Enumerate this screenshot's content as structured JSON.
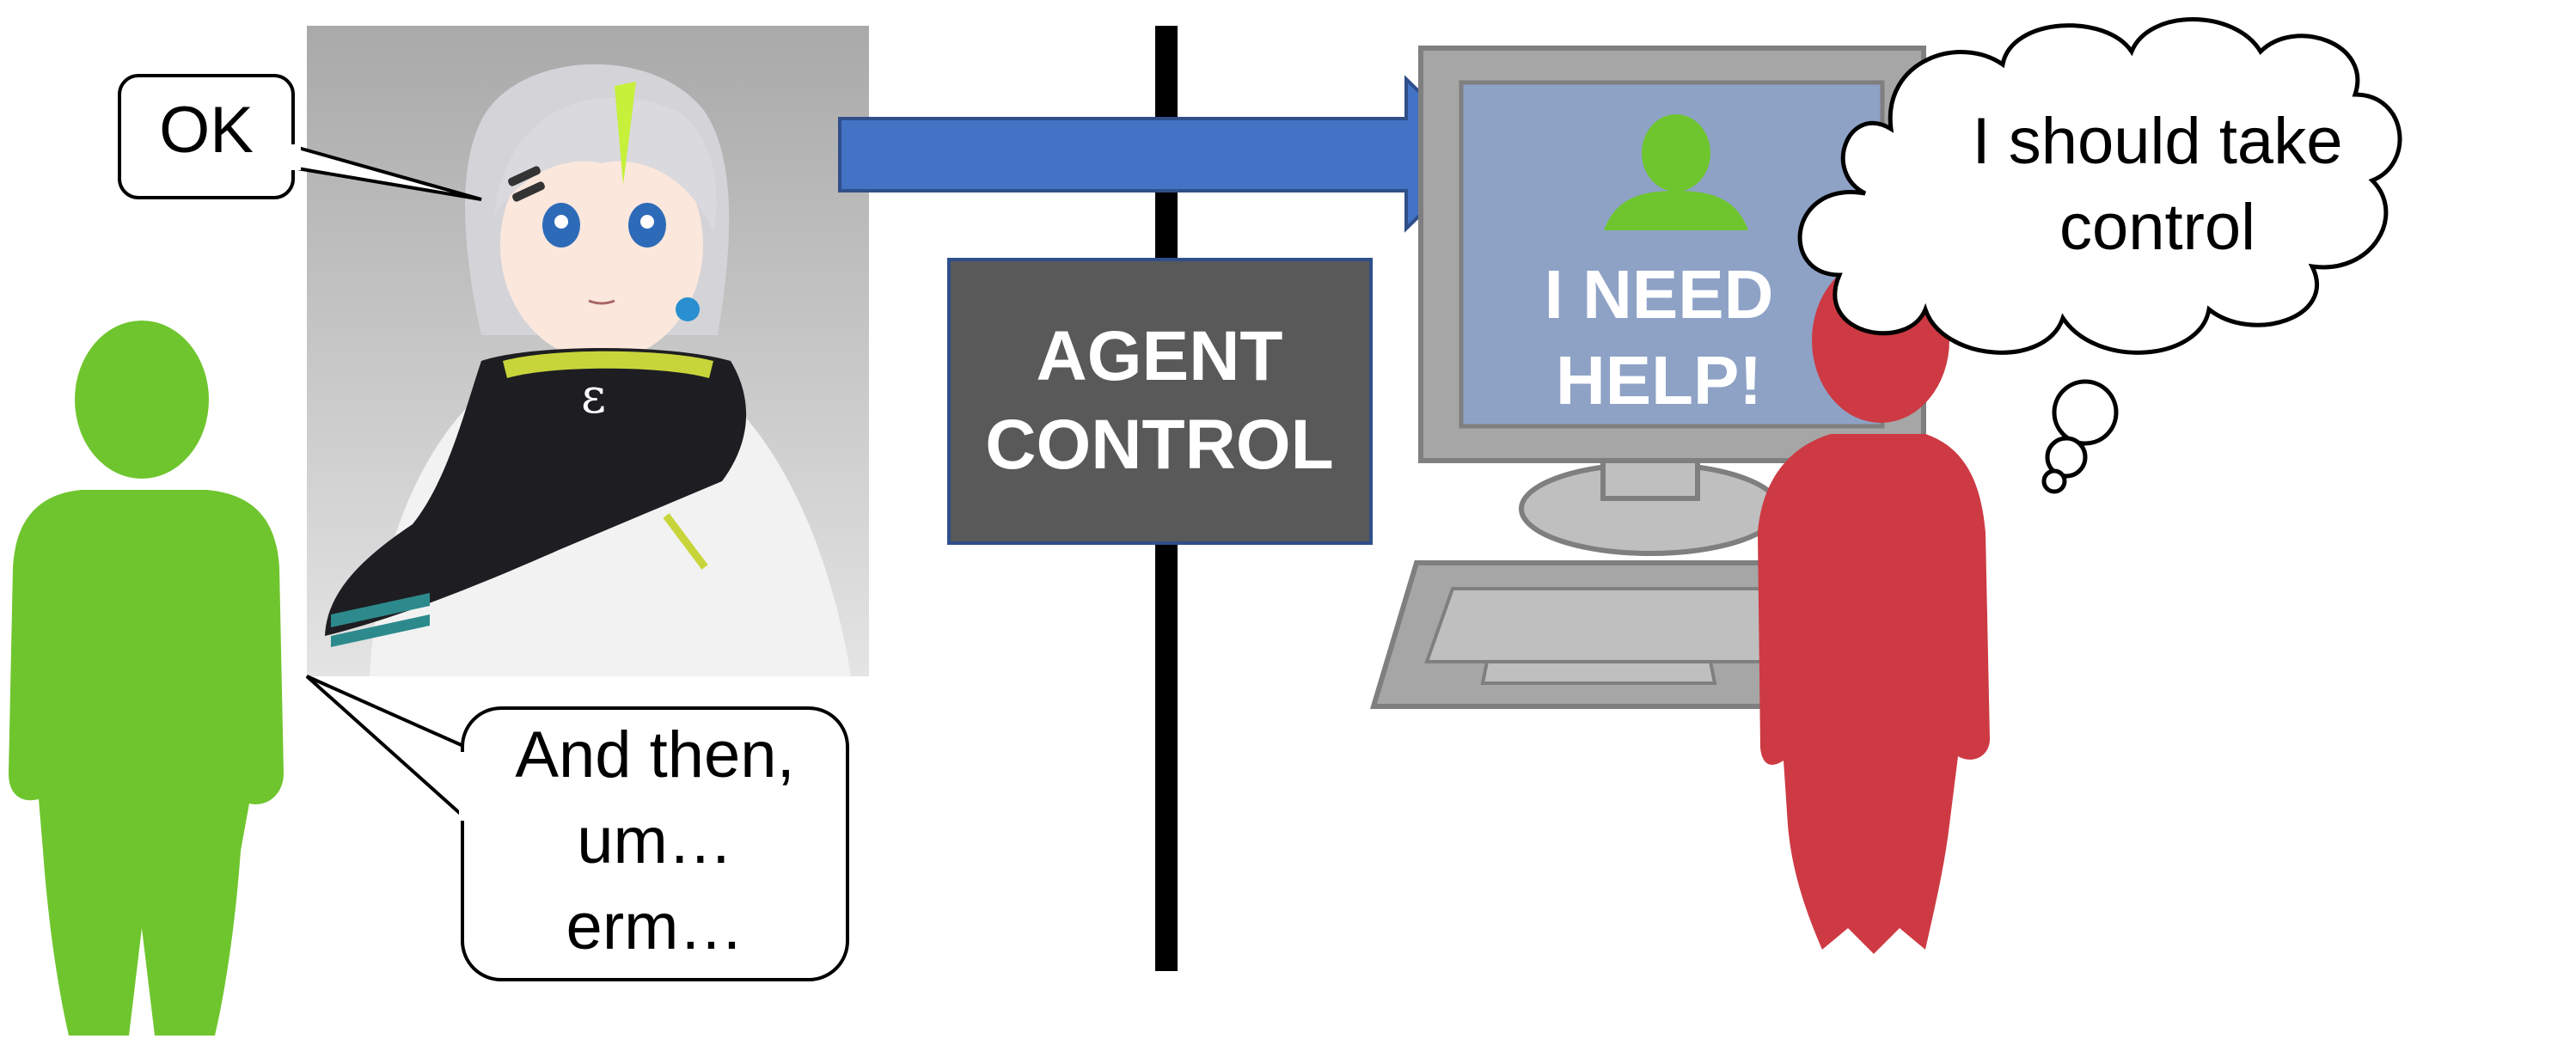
{
  "speech_ok": "OK",
  "speech_user": [
    "And then,",
    "um…",
    "erm…"
  ],
  "agent_control": [
    "AGENT",
    "CONTROL"
  ],
  "screen_message": [
    "I NEED",
    "HELP!"
  ],
  "thought": [
    "I should take",
    "control"
  ],
  "colors": {
    "user_figure": "#6fc52e",
    "operator_figure": "#cd3a43",
    "arrow": "#4472c4",
    "arrow_border": "#2f4f8a",
    "agent_box": "#595959",
    "monitor_screen": "#8ea2c6",
    "divider": "#000000"
  }
}
